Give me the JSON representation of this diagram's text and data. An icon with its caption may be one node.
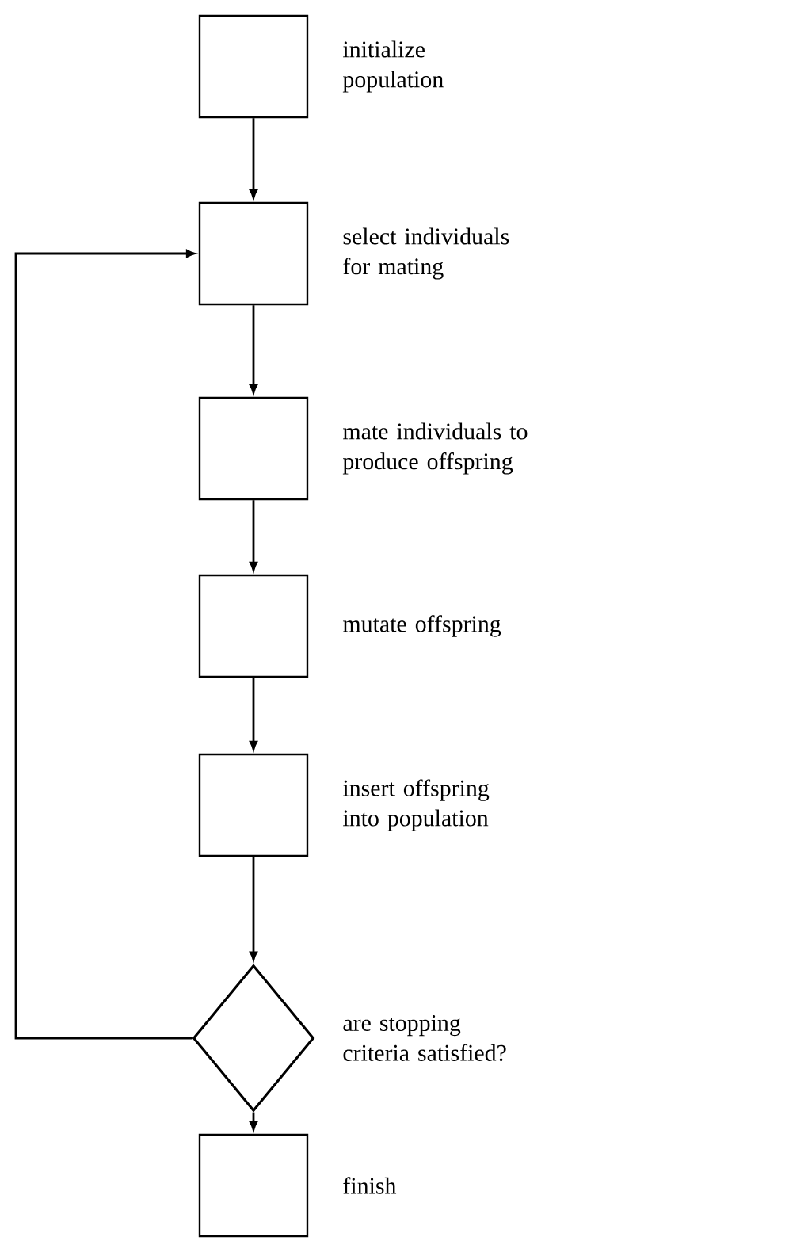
{
  "diagram": {
    "nodes": [
      {
        "text": [],
        "shape": "box",
        "beside": [
          "initialize population"
        ]
      },
      {
        "text": [],
        "shape": "box",
        "beside": [
          "select individuals for mating"
        ]
      },
      {
        "text": [],
        "shape": "box",
        "beside": [
          "mate individuals to produce offspring"
        ]
      },
      {
        "text": [],
        "shape": "box",
        "beside": [
          "mutate offspring"
        ]
      },
      {
        "text": [],
        "shape": "box",
        "beside": [
          "insert offspring into population"
        ]
      },
      {
        "text": [],
        "shape": "diamond",
        "beside": [
          "are stopping criteria satisfied?"
        ]
      },
      {
        "text": [],
        "shape": "box",
        "beside": [
          "finish"
        ]
      }
    ],
    "edges": [
      {
        "from": 0,
        "to": 1,
        "arrow": "to"
      },
      {
        "from": 1,
        "to": 2,
        "arrow": "to"
      },
      {
        "from": 2,
        "to": 3,
        "arrow": "to"
      },
      {
        "from": 3,
        "to": 4,
        "arrow": "to"
      },
      {
        "from": 4,
        "to": 5,
        "arrow": "to"
      },
      {
        "from": 5,
        "to": 6,
        "arrow": "to"
      },
      {
        "from": 5,
        "to": 1,
        "arrow": "to"
      }
    ]
  }
}
